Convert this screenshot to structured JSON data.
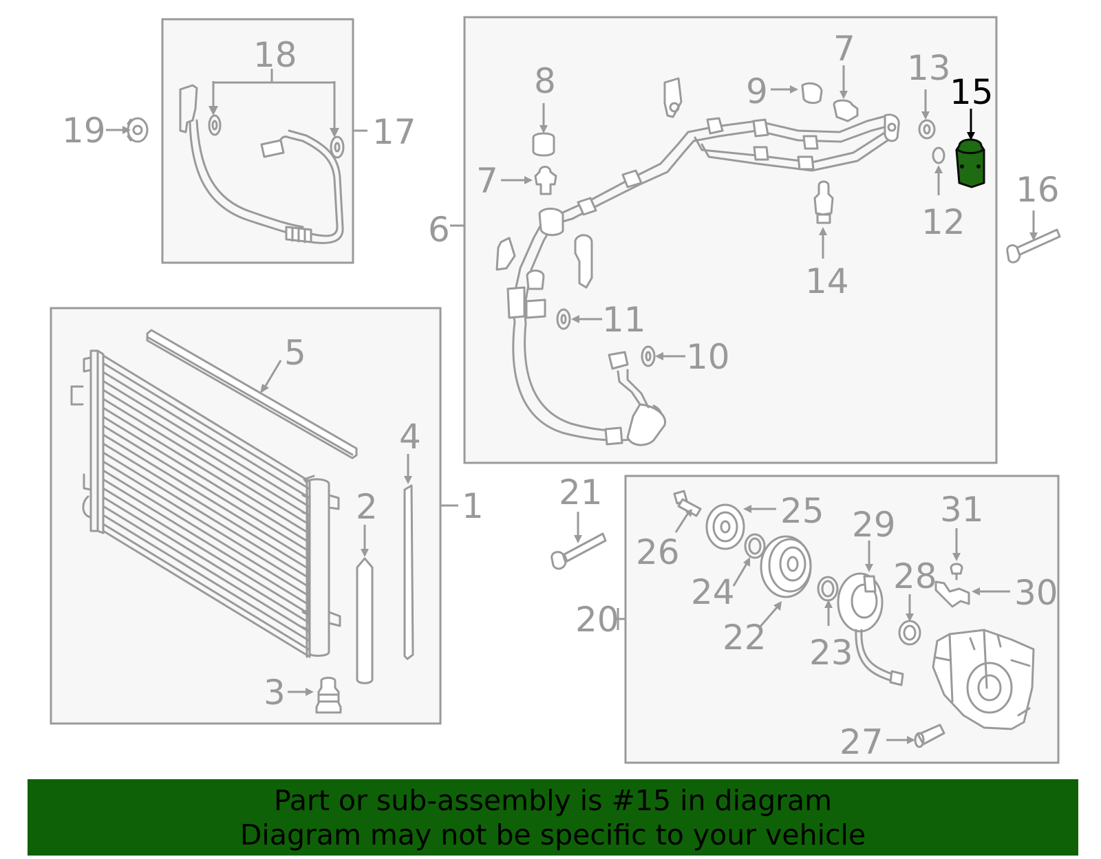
{
  "highlight": {
    "part": "15",
    "color": "#1e6b12"
  },
  "callouts": {
    "c1": "1",
    "c2": "2",
    "c3": "3",
    "c4": "4",
    "c5": "5",
    "c6": "6",
    "c7a": "7",
    "c7b": "7",
    "c8": "8",
    "c9": "9",
    "c10": "10",
    "c11": "11",
    "c12": "12",
    "c13": "13",
    "c14": "14",
    "c15": "15",
    "c16": "16",
    "c17": "17",
    "c18": "18",
    "c19": "19",
    "c20": "20",
    "c21": "21",
    "c22": "22",
    "c23": "23",
    "c24": "24",
    "c25": "25",
    "c26": "26",
    "c27": "27",
    "c28": "28",
    "c29": "29",
    "c30": "30",
    "c31": "31"
  },
  "banner": {
    "line1": "Part or sub-assembly is #15 in diagram",
    "line2": "Diagram may not be specific to your vehicle",
    "color": "#0f6107"
  }
}
